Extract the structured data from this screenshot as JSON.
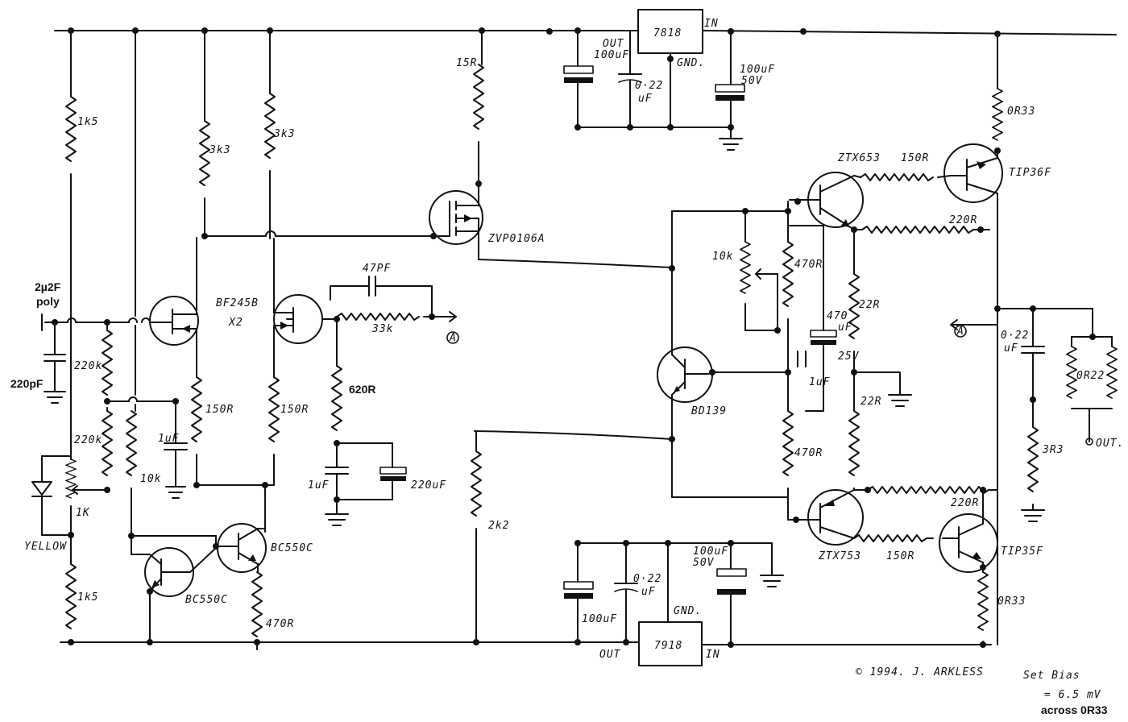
{
  "rails": {
    "positive_regulator": "7818",
    "negative_regulator": "7918",
    "reg_pin_in": "IN",
    "reg_pin_out": "OUT",
    "reg_pin_gnd": "GND."
  },
  "input": {
    "coupling_cap": "2µ2F",
    "coupling_cap_type": "poly",
    "filter_cap": "220pF",
    "bias_pot": "1K",
    "led_label": "YELLOW"
  },
  "resistors": {
    "r_1k5_top": "1k5",
    "r_1k5_bottom": "1k5",
    "r_220k_a": "220k",
    "r_220k_b": "220k",
    "r_10k": "10k",
    "r_3k3_a": "3k3",
    "r_3k3_b": "3k3",
    "r_150r_a": "150R",
    "r_150r_b": "150R",
    "r_470r_src": "470R",
    "r_15r": "15R",
    "r_33k": "33k",
    "r_620r": "620R",
    "r_2k2": "2k2",
    "r_10k_pot": "10k",
    "r_470r_top": "470R",
    "r_470r_bot": "470R",
    "r_22r_top": "22R",
    "r_22r_bot": "22R",
    "r_150r_top_base": "150R",
    "r_150r_bot_base": "150R",
    "r_220r_top": "220R",
    "r_220r_bot": "220R",
    "r_0r33_top": "0R33",
    "r_0r33_bot": "0R33",
    "r_0r22": "0R22",
    "r_3r3": "3R3"
  },
  "capacitors": {
    "c_1uf_a": "1uF",
    "c_1uf_b": "1uF",
    "c_220uf": "220uF",
    "c_47pf": "47PF",
    "c_100uf_top_out": "100uF",
    "c_022_top": "0·22",
    "c_022_top_unit": "uF",
    "c_100uf_top_in": "100uF",
    "c_100uf_top_in_v": "50V",
    "c_470uf": "470",
    "c_470uf_unit": "uF",
    "c_470uf_v": "25V",
    "c_1uf_bias": "1uF",
    "c_022_out": "0·22",
    "c_022_out_unit": "uF",
    "c_100uf_bot_out": "100uF",
    "c_022_bot": "0·22",
    "c_022_bot_unit": "uF",
    "c_100uf_bot_in": "100uF",
    "c_100uf_bot_in_v": "50V"
  },
  "semis": {
    "jfet": "BF245B",
    "jfet_count": "X2",
    "bjt_src_a": "BC550C",
    "bjt_src_b": "BC550C",
    "mosfet": "ZVP0106A",
    "vbe": "BD139",
    "driver_top": "ZTX653",
    "driver_bot": "ZTX753",
    "output_top": "TIP36F",
    "output_bot": "TIP35F"
  },
  "nodes": {
    "feedback_a": "A",
    "feedback_a2": "A",
    "output": "OUT."
  },
  "notes": {
    "copyright": "© 1994. J. ARKLESS",
    "set_bias": "Set Bias",
    "bias_value": "= 6.5 mV",
    "bias_across": "across 0R33"
  }
}
